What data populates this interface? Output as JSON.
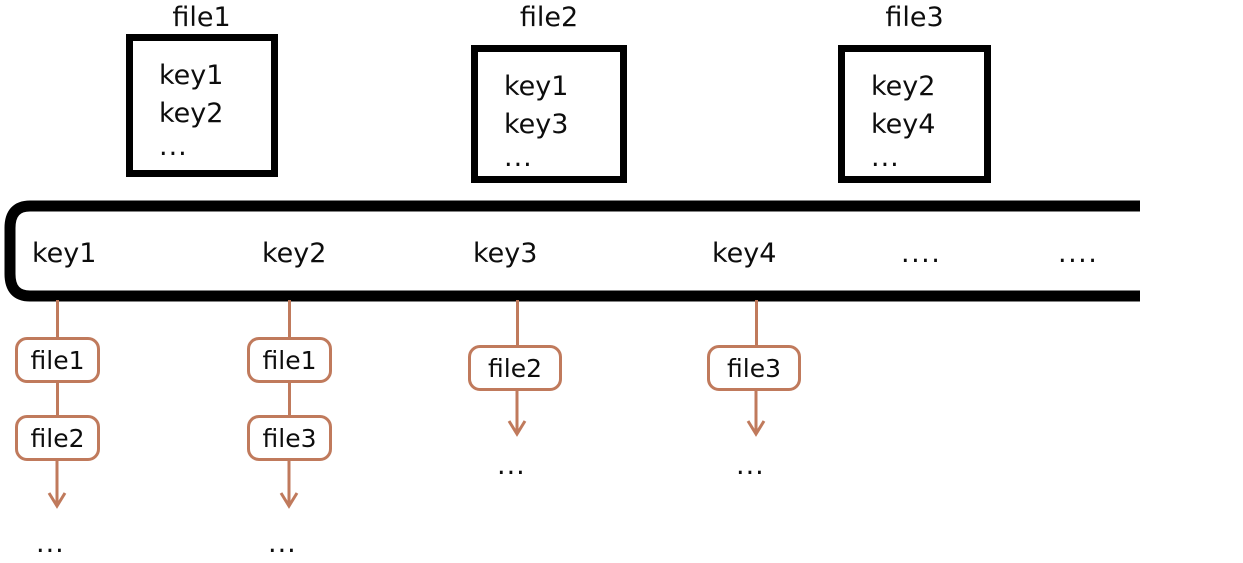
{
  "diagram": {
    "title": "inverted-index-construction",
    "colors": {
      "box_border": "#000000",
      "chain_border": "#c07a5c",
      "text": "#0d0d0d",
      "background": "#ffffff"
    },
    "files": [
      {
        "name": "file1",
        "keys": [
          "key1",
          "key2"
        ],
        "more": "..."
      },
      {
        "name": "file2",
        "keys": [
          "key1",
          "key3"
        ],
        "more": "..."
      },
      {
        "name": "file3",
        "keys": [
          "key2",
          "key4"
        ],
        "more": "..."
      }
    ],
    "key_bar": {
      "entries": [
        "key1",
        "key2",
        "key3",
        "key4"
      ],
      "overflow_entries": [
        "....",
        "...."
      ]
    },
    "posting_lists": [
      {
        "key": "key1",
        "items": [
          "file1",
          "file2"
        ],
        "more": "..."
      },
      {
        "key": "key2",
        "items": [
          "file1",
          "file3"
        ],
        "more": "..."
      },
      {
        "key": "key3",
        "items": [
          "file2"
        ],
        "more": "..."
      },
      {
        "key": "key4",
        "items": [
          "file3"
        ],
        "more": "..."
      }
    ]
  }
}
